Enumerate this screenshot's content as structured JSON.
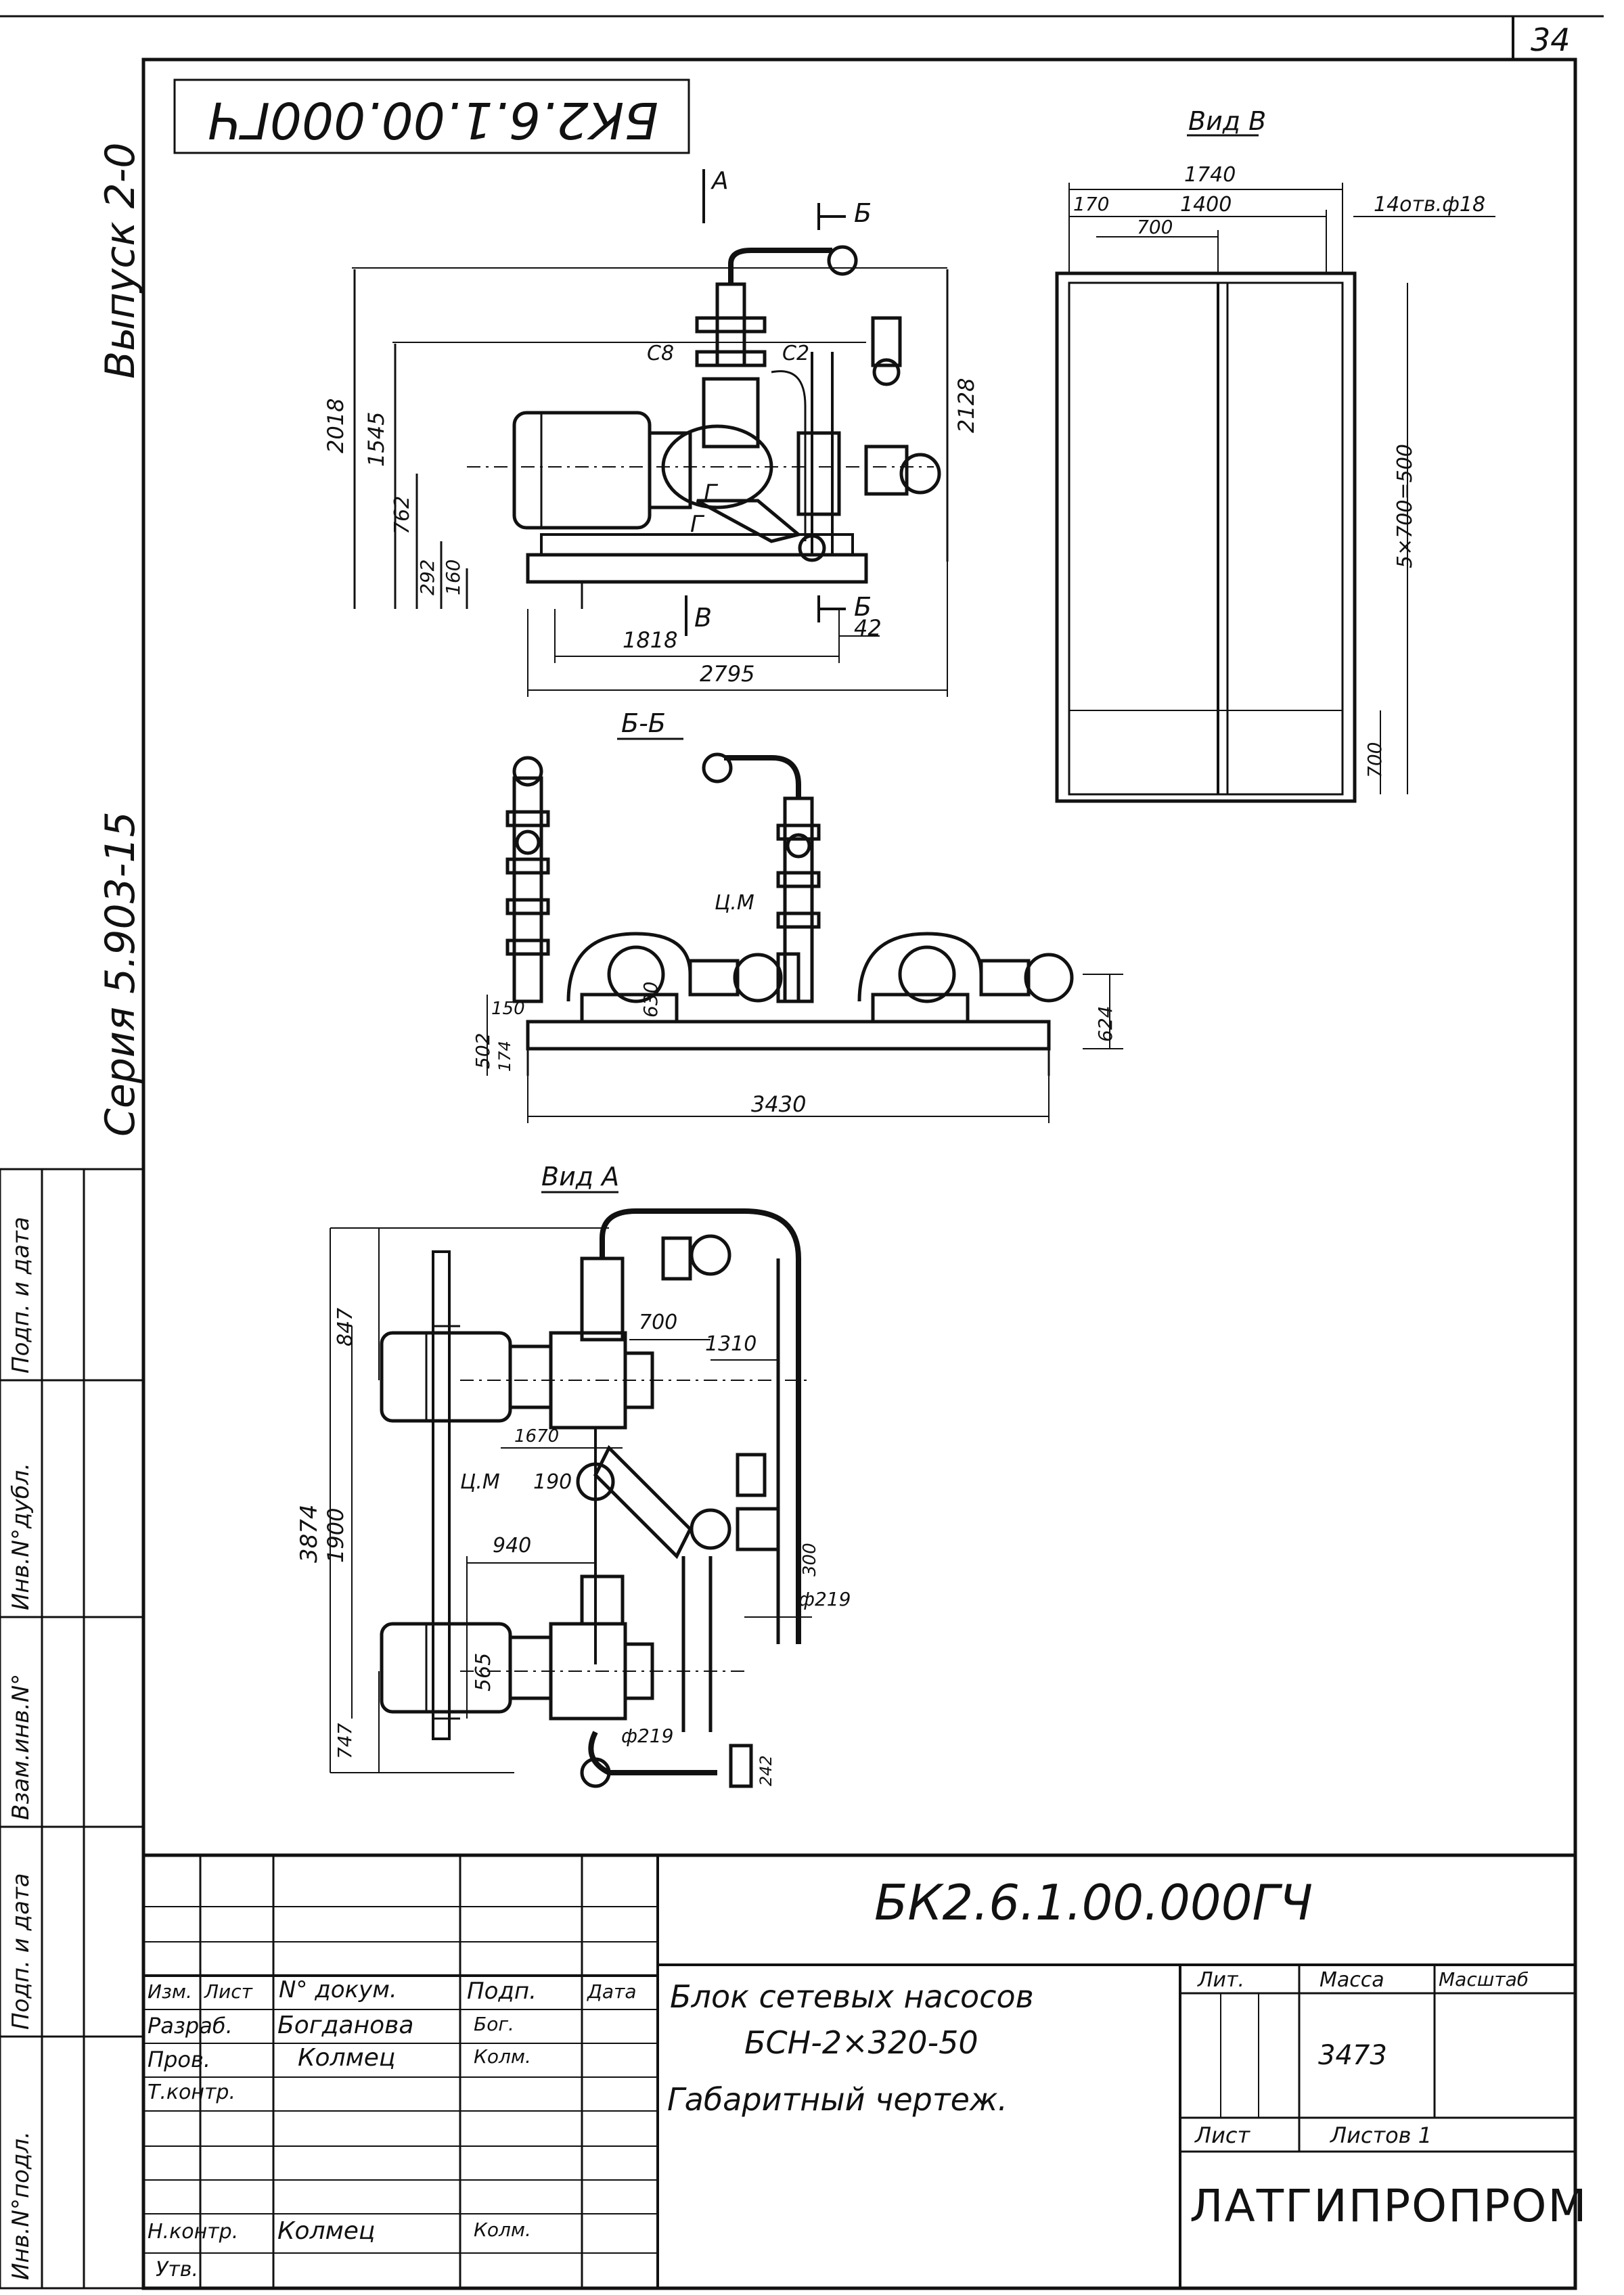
{
  "sheet": {
    "sheet_number": "34",
    "drawing_code_top": "БК2.6.1.00.000ГЧ",
    "issue": "Выпуск 2-0",
    "series": "Серия 5.903-15"
  },
  "side_stamp": {
    "col1": "Инв.N°подл.",
    "col2": "Подп. и дата",
    "col3": "Взам.инв.N°",
    "col4": "Инв.N°дубл.",
    "col5": "Подп. и дата"
  },
  "views": {
    "main": {
      "section_marker_a": "А",
      "section_marker_b_top": "Б",
      "section_marker_b_bottom": "Б",
      "section_marker_v": "В",
      "label_c8": "С8",
      "label_c2": "С2",
      "label_g1": "Г",
      "label_g2": "Г",
      "dim_2018": "2018",
      "dim_1545": "1545",
      "dim_762": "762",
      "dim_292": "292",
      "dim_160": "160",
      "dim_2128": "2128",
      "dim_1818": "1818",
      "dim_42": "42",
      "dim_2795": "2795"
    },
    "view_v": {
      "title": "Вид В",
      "dim_1740": "1740",
      "dim_170": "170",
      "dim_1400": "1400",
      "dim_700_top": "700",
      "holes_note": "14отв.ф18",
      "dim_5x700": "5×700=500",
      "dim_700_side": "700"
    },
    "section_bb": {
      "title": "Б-Б",
      "label_cm": "Ц.М",
      "dim_502": "502",
      "dim_150": "150",
      "dim_174": "174",
      "dim_630": "630",
      "dim_624": "624",
      "dim_3430": "3430"
    },
    "view_a": {
      "title": "Вид А",
      "dim_847": "847",
      "dim_700": "700",
      "dim_1310": "1310",
      "dim_1670": "1670",
      "label_cm": "Ц.М",
      "dim_190": "190",
      "dim_3874": "3874",
      "dim_1900": "1900",
      "dim_940": "940",
      "dim_300": "300",
      "dim_d219_1": "ф219",
      "dim_565": "565",
      "dim_747": "747",
      "dim_d219_2": "ф219",
      "dim_242": "242"
    }
  },
  "title_block": {
    "designation": "БК2.6.1.00.000ГЧ",
    "name_line1": "Блок сетевых насосов",
    "name_line2": "БСН-2×320-50",
    "name_line3": "Габаритный чертеж.",
    "col_izm": "Изм.",
    "col_list": "Лист",
    "col_docnum": "N° докум.",
    "col_podp": "Подп.",
    "col_data": "Дата",
    "role_razrab": "Разраб.",
    "name_razrab": "Богданова",
    "sign_razrab": "Бог.",
    "role_prov": "Пров.",
    "name_prov": "Колмец",
    "sign_prov": "Колм.",
    "role_tkontr": "Т.контр.",
    "role_nkontr": "Н.контр.",
    "name_nkontr": "Колмец",
    "sign_nkontr": "Колм.",
    "role_utv": "Утв.",
    "lit_label": "Лит.",
    "mass_label": "Масса",
    "scale_label": "Масштаб",
    "mass_value": "3473",
    "sheet_label": "Лист",
    "sheets_label": "Листов 1",
    "organization": "ЛАТГИПРОПРОМ"
  }
}
